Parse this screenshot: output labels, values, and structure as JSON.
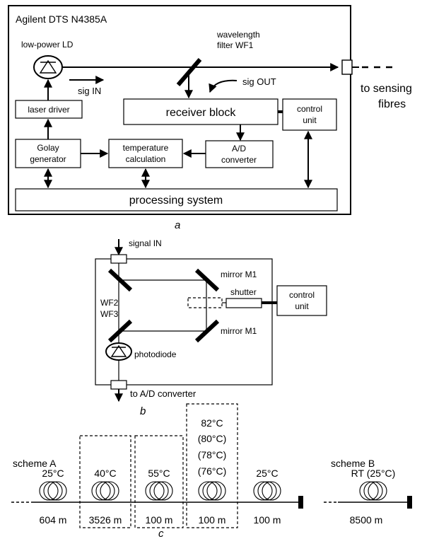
{
  "panel_a": {
    "title": "Agilent DTS N4385A",
    "laser_label": "low-power LD",
    "filter_label_line1": "wavelength",
    "filter_label_line2": "filter WF1",
    "sig_in": "sig  IN",
    "sig_out": "sig  OUT",
    "to_sensing_line1": "to sensing",
    "to_sensing_line2": "fibres",
    "laser_driver": "laser driver",
    "receiver_block": "receiver block",
    "control_unit_line1": "control",
    "control_unit_line2": "unit",
    "golay_line1": "Golay",
    "golay_line2": "generator",
    "temp_calc_line1": "temperature",
    "temp_calc_line2": "calculation",
    "adc_line1": "A/D",
    "adc_line2": "converter",
    "processing_system": "processing system",
    "caption": "a"
  },
  "panel_b": {
    "signal_in": "signal IN",
    "wf2": "WF2",
    "wf3": "WF3",
    "mirror_top": "mirror M1",
    "mirror_bottom": "mirror M1",
    "shutter": "shutter",
    "control_unit_line1": "control",
    "control_unit_line2": "unit",
    "photodiode": "photodiode",
    "to_adc": "to A/D converter",
    "caption": "b"
  },
  "panel_c": {
    "scheme_a": "scheme A",
    "scheme_b": "scheme B",
    "temps_a": [
      "25°C",
      "40°C",
      "55°C",
      "82°C",
      "(80°C)",
      "(78°C)",
      "(76°C)",
      "25°C"
    ],
    "lengths_a": [
      "604 m",
      "3526 m",
      "100 m",
      "100 m",
      "100 m"
    ],
    "temp_b": "RT (25°C)",
    "length_b": "8500 m",
    "caption": "c"
  }
}
